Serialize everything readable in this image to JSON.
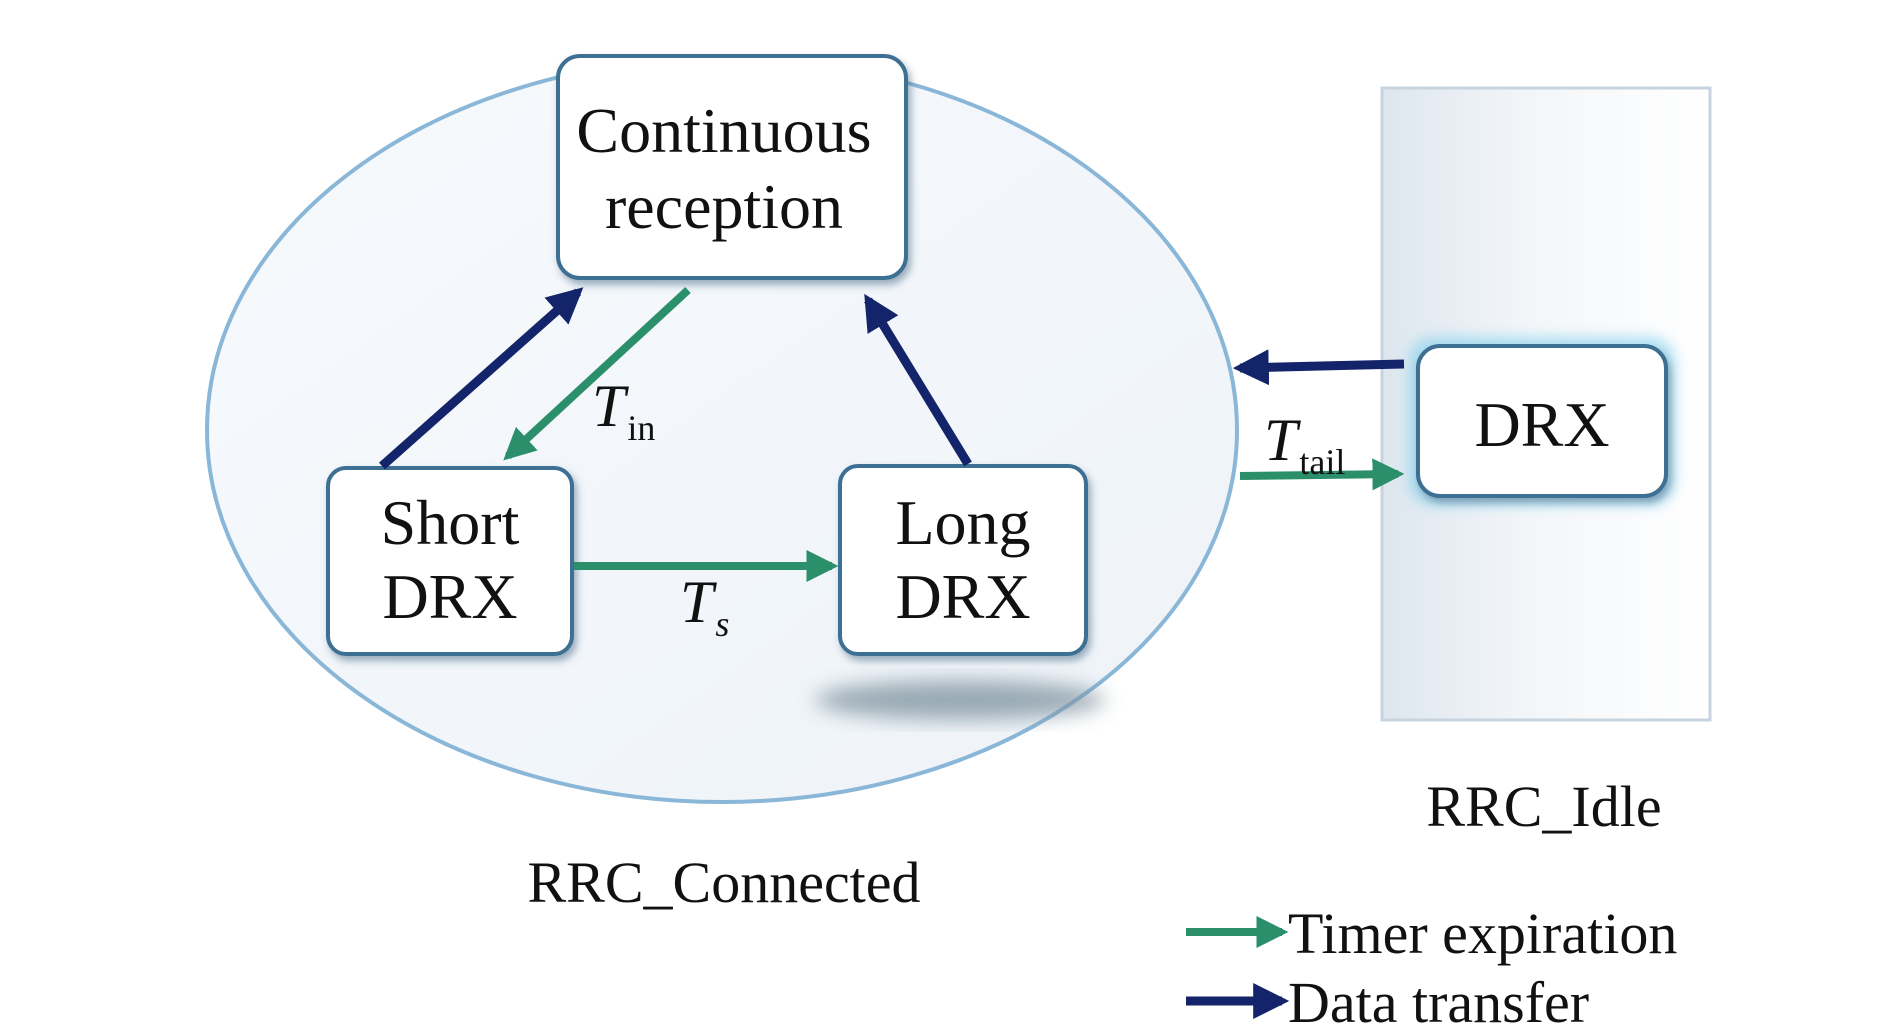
{
  "colors": {
    "timer_expiration": "#2a8f6a",
    "data_transfer": "#13246a",
    "ellipse_border": "#8ab7d8",
    "box_border": "#3d6f92",
    "idle_glow": "#78c9e8"
  },
  "regions": {
    "connected": {
      "label": "RRC_Connected"
    },
    "idle": {
      "label": "RRC_Idle"
    }
  },
  "states": {
    "continuous": {
      "line1": "Continuous",
      "line2": "reception"
    },
    "short_drx": {
      "line1": "Short",
      "line2": "DRX"
    },
    "long_drx": {
      "line1": "Long",
      "line2": "DRX"
    },
    "idle_drx": {
      "label": "DRX"
    }
  },
  "transitions": {
    "t_in": {
      "main": "T",
      "sub": "in",
      "type": "timer_expiration"
    },
    "t_s": {
      "main": "T",
      "sub": "s",
      "type": "timer_expiration"
    },
    "t_tail": {
      "main": "T",
      "sub": "tail",
      "type": "timer_expiration"
    },
    "short_to_continuous": {
      "type": "data_transfer"
    },
    "long_to_continuous": {
      "type": "data_transfer"
    },
    "idle_to_connected": {
      "type": "data_transfer"
    }
  },
  "legend": {
    "timer_expiration": "Timer expiration",
    "data_transfer": "Data transfer"
  }
}
